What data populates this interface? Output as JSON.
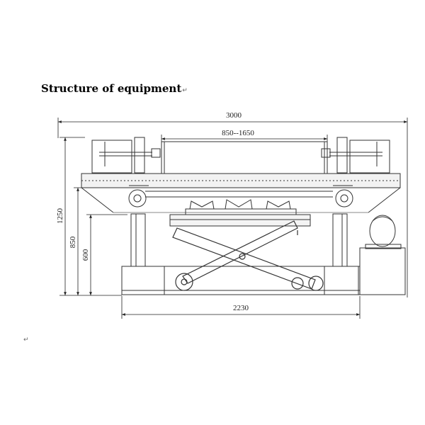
{
  "heading": "Structure of equipment",
  "return_mark": "↵",
  "dimensions": {
    "overall_width": "3000",
    "span": "850--1650",
    "base_width": "2230",
    "height_total": "1250",
    "height_mid": "850",
    "height_low": "600"
  }
}
